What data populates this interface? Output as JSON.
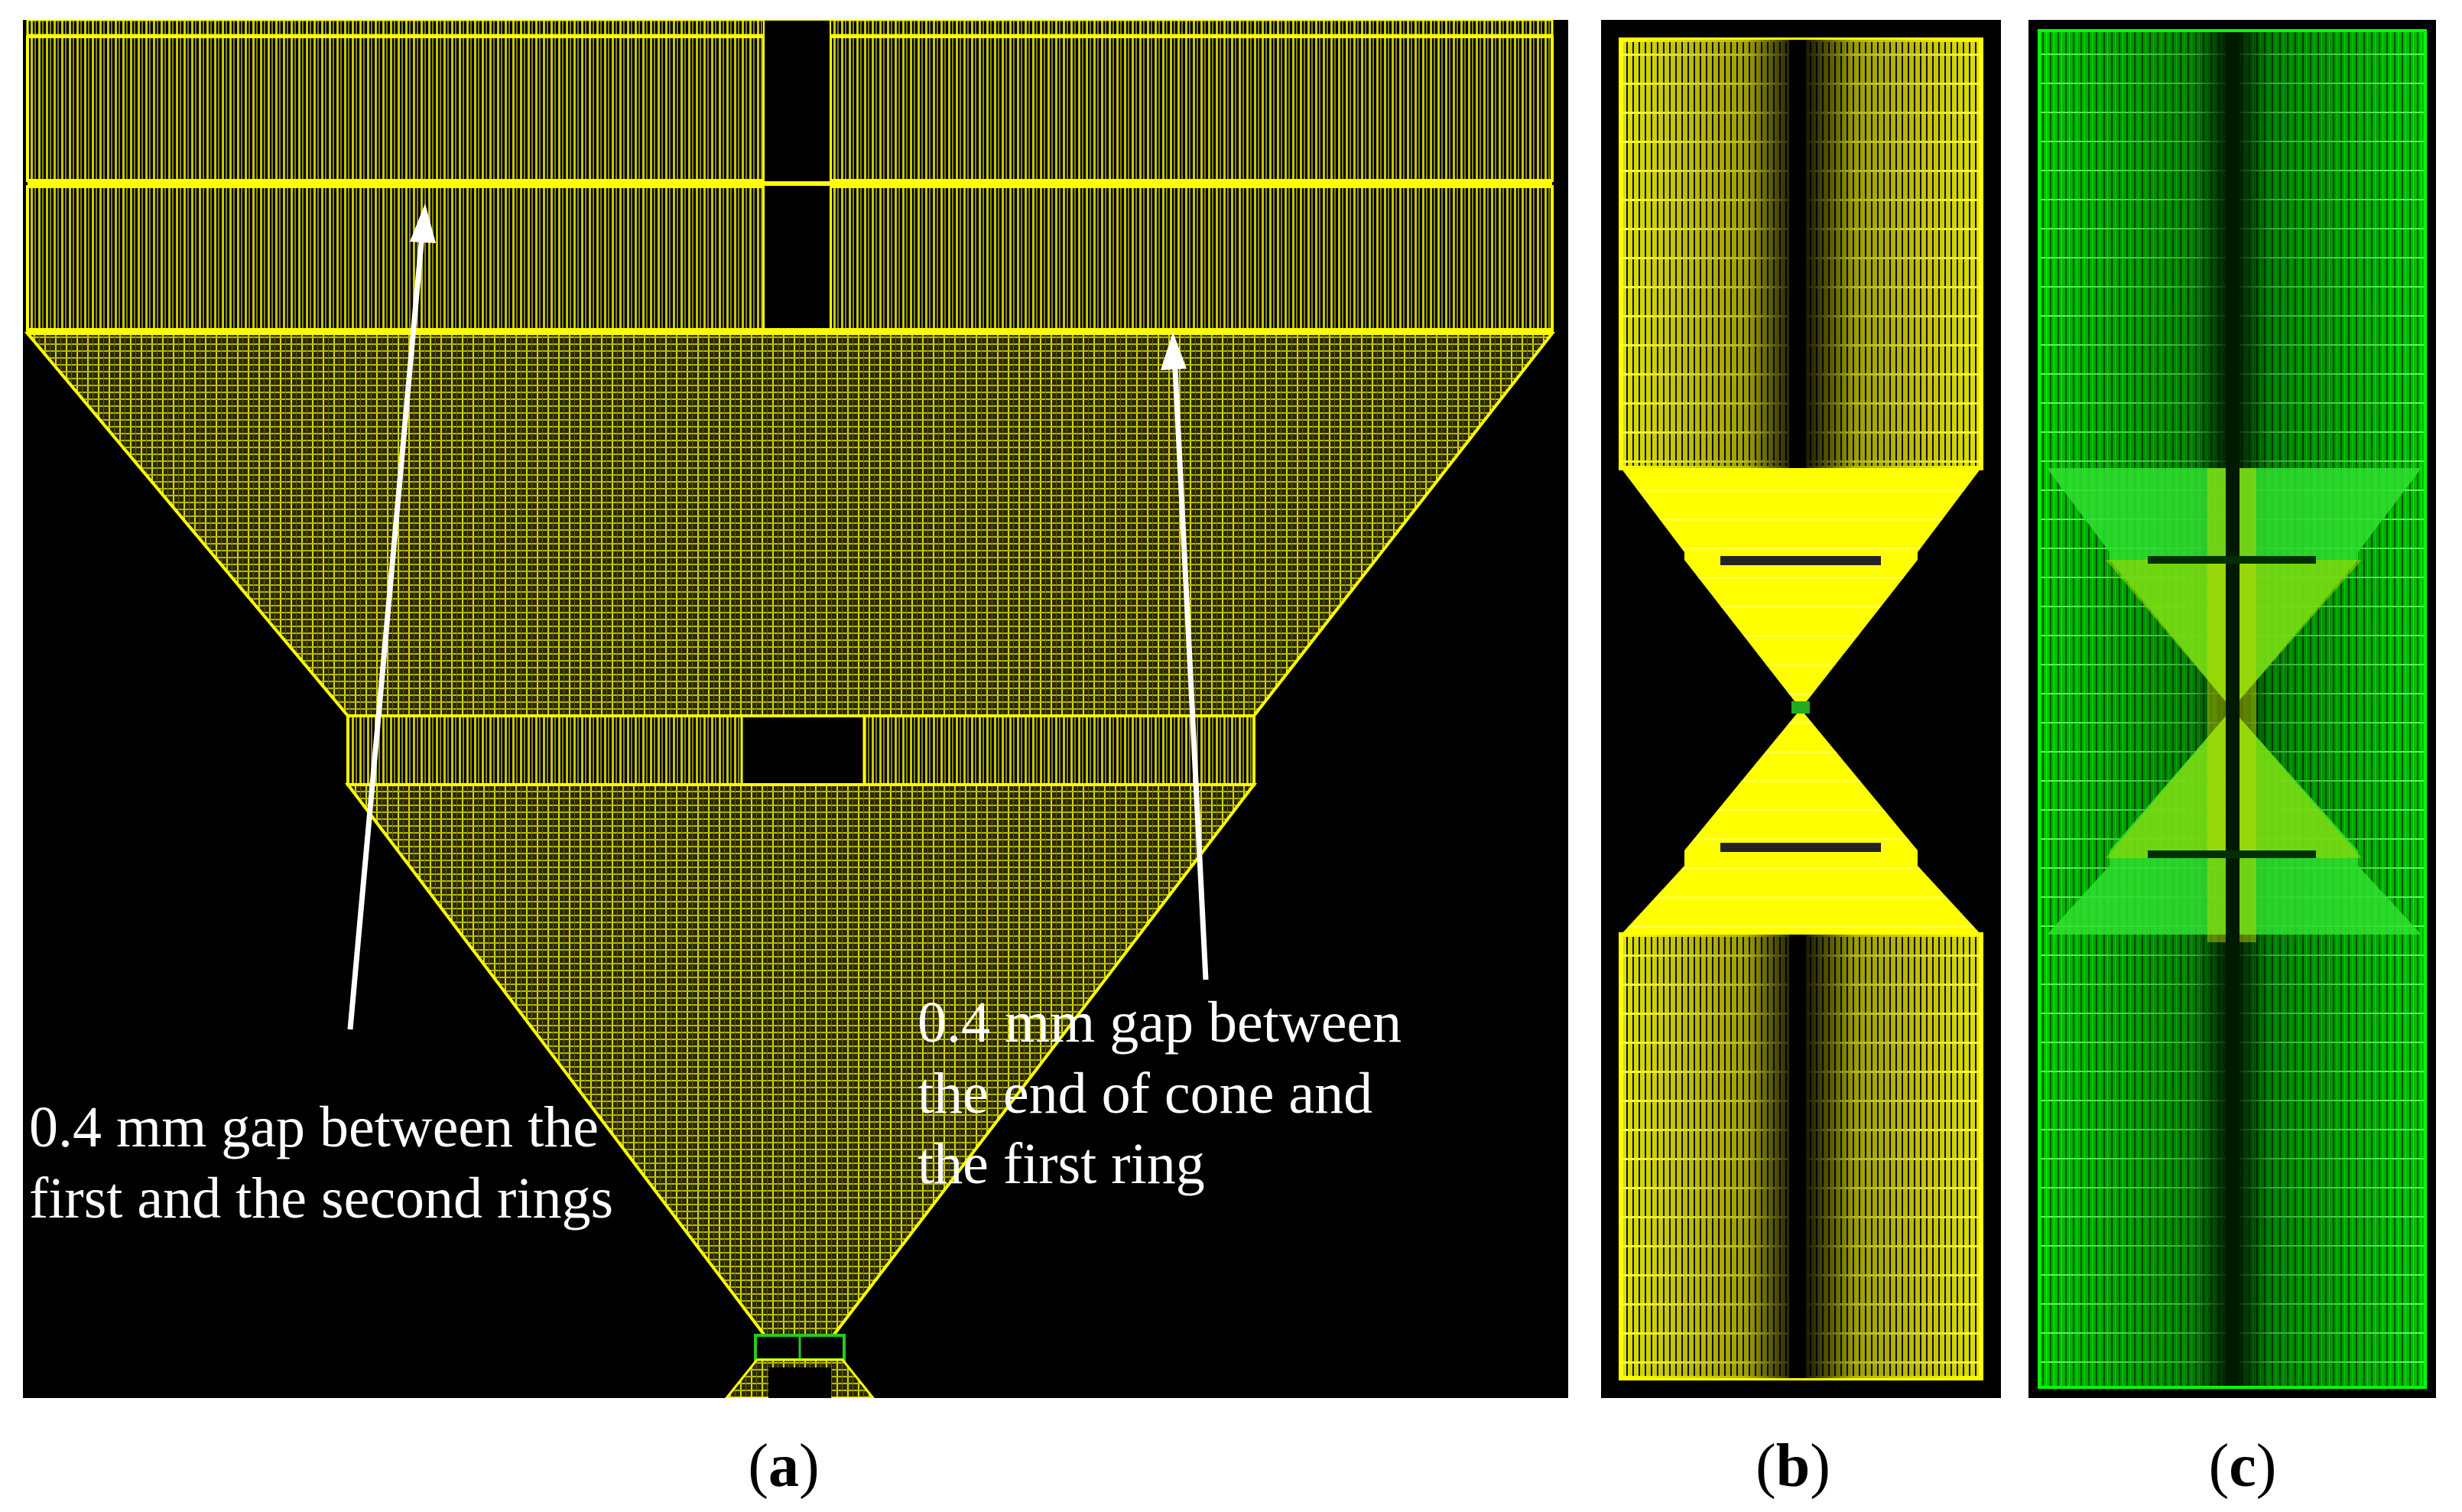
{
  "panels": {
    "a": {
      "label_open": "(",
      "label_letter": "a",
      "label_close": ")",
      "annotation_left": "0.4 mm gap between the\nfirst and the second rings",
      "annotation_right": "0.4 mm gap between\nthe end of cone and\nthe first ring"
    },
    "b": {
      "label_open": "(",
      "label_letter": "b",
      "label_close": ")"
    },
    "c": {
      "label_open": "(",
      "label_letter": "c",
      "label_close": ")"
    }
  },
  "colors": {
    "background": "#000000",
    "mesh_yellow": "#ffff00",
    "mesh_yellow_dark": "#9a9a00",
    "mesh_green": "#00e000",
    "mesh_green_dark": "#006000",
    "arrow": "#ffffff",
    "source_green": "#22aa22"
  }
}
